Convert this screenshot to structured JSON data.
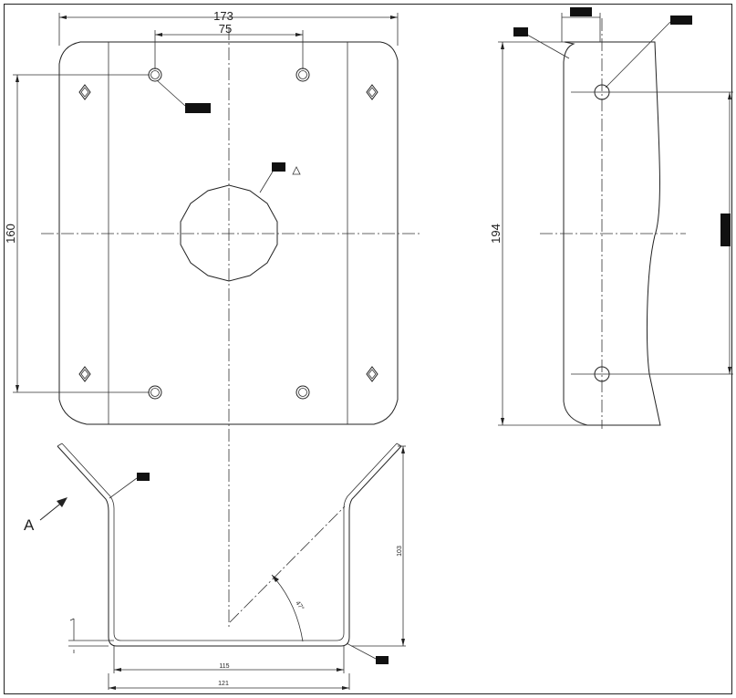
{
  "drawing": {
    "dimensions": {
      "width_total": "173",
      "hole_spacing_h": "75",
      "hole_spacing_v": "160",
      "side_height": "194",
      "flange_height": "103",
      "inner_width": "115",
      "outer_width": "121",
      "angle": "47°"
    },
    "view_label": "A"
  },
  "colors": {
    "line": "#222222",
    "background": "#ffffff",
    "redaction": "#111111"
  }
}
